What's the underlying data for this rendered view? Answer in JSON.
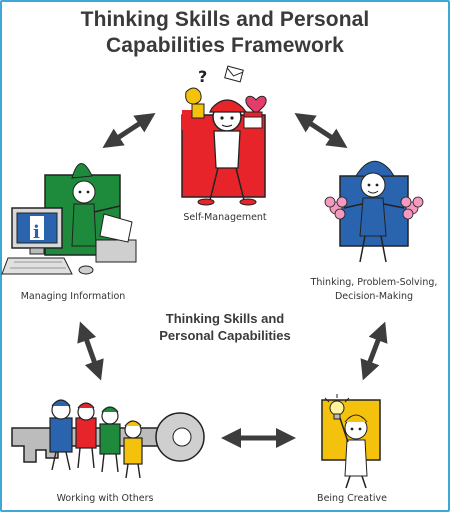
{
  "title": {
    "line1": "Thinking Skills and Personal",
    "line2": "Capabilities Framework"
  },
  "center": {
    "line1": "Thinking Skills and",
    "line2": "Personal Capabilities"
  },
  "nodes": {
    "self_management": {
      "label": "Self-Management",
      "color": "#e8242b",
      "icon": "juggling-figure-icon"
    },
    "thinking": {
      "label_line1": "Thinking, Problem-Solving,",
      "label_line2": "Decision-Making",
      "color": "#2a64ae",
      "icon": "cheering-figure-icon"
    },
    "managing_information": {
      "label": "Managing Information",
      "color": "#1e8a3c",
      "icon": "computer-figure-icon"
    },
    "being_creative": {
      "label": "Being Creative",
      "color": "#f4c20d",
      "icon": "lightbulb-figure-icon"
    },
    "working_with_others": {
      "label": "Working with Others",
      "color": "#2a64ae",
      "icon": "key-team-icon"
    }
  },
  "colors": {
    "border": "#3fa7d6",
    "arrow": "#3d3d3d",
    "title": "#3a3a3a"
  }
}
